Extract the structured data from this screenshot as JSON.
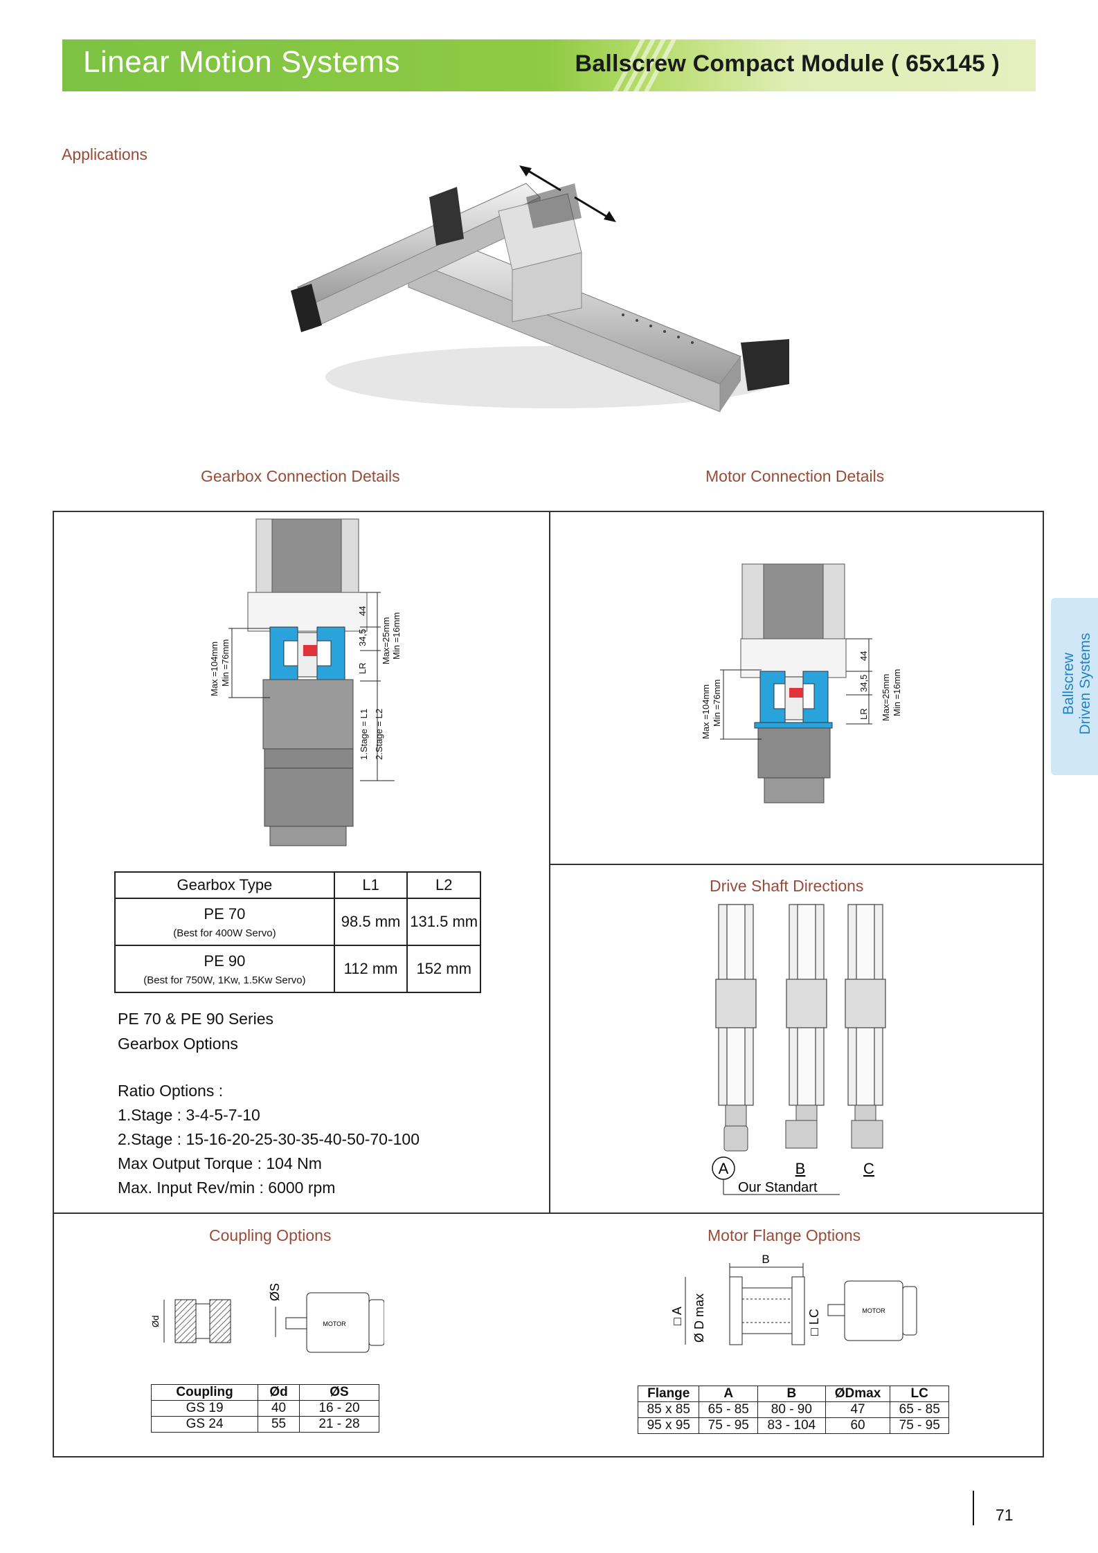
{
  "header": {
    "title": "Linear Motion Systems",
    "subtitle": "Ballscrew Compact Module ( 65x145 )"
  },
  "applications_label": "Applications",
  "gearbox_section_label": "Gearbox Connection Details",
  "motor_section_label": "Motor Connection Details",
  "side_tab": {
    "line1": "Ballscrew",
    "line2": "Driven Systems"
  },
  "gearbox_drawing": {
    "max_label": "Max  =104mm",
    "min_label": "Min  =76mm",
    "dim_44": "44",
    "dim_345": "34,5",
    "dim_lr": "LR",
    "max25": "Max=25mm",
    "min16": "Min =16mm",
    "stage1": "1.Stage = L1",
    "stage2": "2.Stage = L2"
  },
  "motor_drawing": {
    "max_label": "Max  =104mm",
    "min_label": "Min  =76mm",
    "dim_44": "44",
    "dim_345": "34,5",
    "dim_lr": "LR",
    "max25": "Max=25mm",
    "min16": "Min =16mm"
  },
  "gearbox_table": {
    "headers": [
      "Gearbox Type",
      "L1",
      "L2"
    ],
    "rows": [
      {
        "type": "PE 70",
        "note": "(Best for 400W Servo)",
        "l1": "98.5 mm",
        "l2": "131.5 mm"
      },
      {
        "type": "PE 90",
        "note": "(Best for 750W, 1Kw, 1.5Kw Servo)",
        "l1": "112 mm",
        "l2": "152 mm"
      }
    ]
  },
  "gearbox_info": {
    "series_line1": "PE 70 & PE 90 Series",
    "series_line2": "Gearbox Options",
    "ratio_title": "Ratio Options :",
    "stage1": "1.Stage : 3-4-5-7-10",
    "stage2": "2.Stage : 15-16-20-25-30-35-40-50-70-100",
    "torque": "Max Output Torque : 104 Nm",
    "rev": "Max. Input Rev/min : 6000 rpm"
  },
  "drive_shaft": {
    "title": "Drive Shaft Directions",
    "label_a": "A",
    "label_b": "B",
    "label_c": "C",
    "standard": "Our Standart"
  },
  "coupling": {
    "title": "Coupling Options",
    "od_label": "Ød",
    "os_label": "ØS",
    "motor_label": "MOTOR",
    "headers": [
      "Coupling",
      "Ød",
      "ØS"
    ],
    "rows": [
      [
        "GS 19",
        "40",
        "16 - 20"
      ],
      [
        "GS 24",
        "55",
        "21 - 28"
      ]
    ]
  },
  "flange": {
    "title": "Motor Flange Options",
    "b_label": "B",
    "a_label": "□ A",
    "d_label": "Ø D max",
    "lc_label": "□ LC",
    "motor_label": "MOTOR",
    "headers": [
      "Flange",
      "A",
      "B",
      "ØDmax",
      "LC"
    ],
    "rows": [
      [
        "85 x 85",
        "65 - 85",
        "80 - 90",
        "47",
        "65 - 85"
      ],
      [
        "95 x 95",
        "75 - 95",
        "83 - 104",
        "60",
        "75 - 95"
      ]
    ]
  },
  "page_number": "71"
}
